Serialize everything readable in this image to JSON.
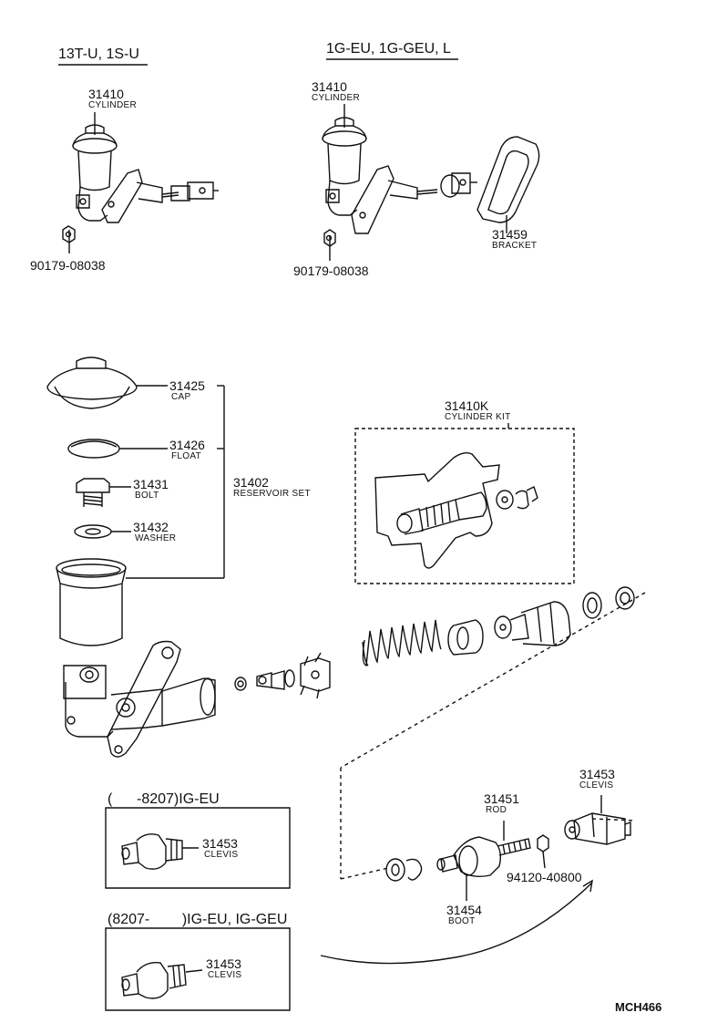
{
  "headers": {
    "left": "13T-U, 1S-U",
    "right": "1G-EU, 1G-GEU, L",
    "inset1": "(      -8207)IG-EU",
    "inset2": "(8207-        )IG-EU, IG-GEU"
  },
  "parts": {
    "cyl_left": {
      "num": "31410",
      "name": "CYLINDER"
    },
    "cyl_right": {
      "num": "31410",
      "name": "CYLINDER"
    },
    "nut_left": {
      "num": "90179-08038"
    },
    "nut_right": {
      "num": "90179-08038"
    },
    "bracket": {
      "num": "31459",
      "name": "BRACKET"
    },
    "cap": {
      "num": "31425",
      "name": "CAP"
    },
    "float": {
      "num": "31426",
      "name": "FLOAT"
    },
    "bolt": {
      "num": "31431",
      "name": "BOLT"
    },
    "washer": {
      "num": "31432",
      "name": "WASHER"
    },
    "reservoir": {
      "num": "31402",
      "name": "RESERVOIR SET"
    },
    "kit": {
      "num": "31410K",
      "name": "CYLINDER KIT"
    },
    "clevis_main": {
      "num": "31453",
      "name": "CLEVIS"
    },
    "rod": {
      "num": "31451",
      "name": "ROD"
    },
    "boot": {
      "num": "31454",
      "name": "BOOT"
    },
    "nut_rod": {
      "num": "94120-40800"
    },
    "clevis_inset1": {
      "num": "31453",
      "name": "CLEVIS"
    },
    "clevis_inset2": {
      "num": "31453",
      "name": "CLEVIS"
    }
  },
  "drawing_code": "MCH466"
}
